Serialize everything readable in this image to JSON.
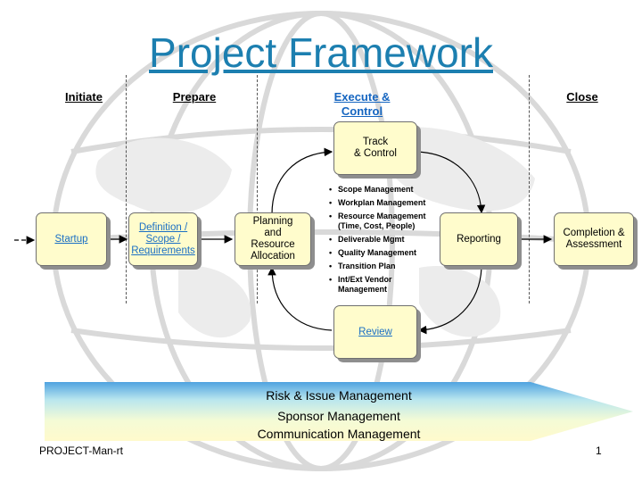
{
  "title": "Project Framework",
  "phases": {
    "initiate": "Initiate",
    "prepare": "Prepare",
    "execute_line1": "Execute &",
    "execute_line2": "Control",
    "close": "Close"
  },
  "boxes": {
    "startup": "Startup",
    "definition": [
      "Definition /",
      "Scope /",
      "Requirements"
    ],
    "planning": [
      "Planning",
      "and",
      "Resource",
      "Allocation"
    ],
    "track": [
      "Track",
      "& Control"
    ],
    "reporting": "Reporting",
    "review": "Review",
    "completion": [
      "Completion &",
      "Assessment"
    ]
  },
  "bullets": [
    "Scope Management",
    "Workplan Management",
    "Resource Management (Time, Cost, People)",
    "Deliverable Mgmt",
    "Quality Management",
    "Transition Plan",
    "Int/Ext Vendor Management"
  ],
  "band": {
    "line1": "Risk & Issue Management",
    "line2": "Sponsor Management",
    "line3": "Communication Management"
  },
  "footer": {
    "left": "PROJECT-Man-rt",
    "page": "1"
  },
  "colors": {
    "title": "#1c7fb0",
    "box_fill": "#fffccc",
    "link": "#1a6fc4",
    "band_top": "#4fa3e0",
    "band_bottom": "#fffacc"
  }
}
